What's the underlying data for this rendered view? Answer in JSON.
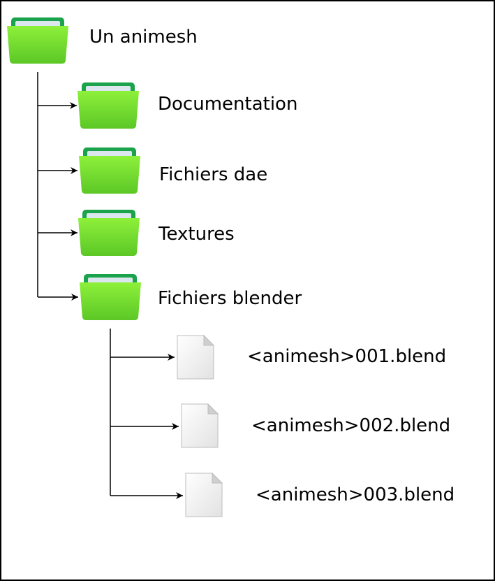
{
  "root": {
    "label": "Un animesh",
    "icon": "folder-icon"
  },
  "folders": [
    {
      "label": "Documentation",
      "icon": "folder-icon"
    },
    {
      "label": "Fichiers dae",
      "icon": "folder-icon"
    },
    {
      "label": "Textures",
      "icon": "folder-icon"
    },
    {
      "label": "Fichiers blender",
      "icon": "folder-icon"
    }
  ],
  "files": [
    {
      "label": "<animesh>001.blend",
      "icon": "file-icon"
    },
    {
      "label": "<animesh>002.blend",
      "icon": "file-icon"
    },
    {
      "label": "<animesh>003.blend",
      "icon": "file-icon"
    }
  ],
  "colors": {
    "folder_back": "#1aa34a",
    "folder_front_top": "#8df03a",
    "folder_front_bottom": "#5cc726",
    "line": "#000000",
    "border": "#000000"
  }
}
